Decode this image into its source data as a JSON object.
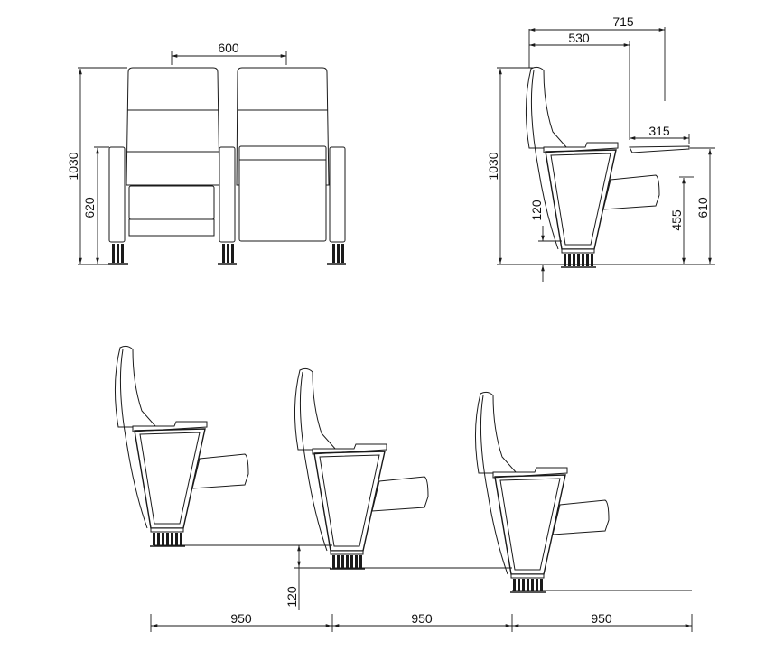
{
  "front_view": {
    "dims": {
      "seat_pitch_width": "600",
      "total_height": "1030",
      "armrest_height": "620"
    }
  },
  "side_view": {
    "dims": {
      "overall_depth": "715",
      "seat_depth": "530",
      "tablet_extension": "315",
      "total_height": "1030",
      "riser_step": "120",
      "seat_height": "455",
      "tablet_height": "610"
    }
  },
  "row_view": {
    "dims": {
      "riser_height": "120",
      "row_spacing": [
        "950",
        "950",
        "950"
      ]
    }
  }
}
